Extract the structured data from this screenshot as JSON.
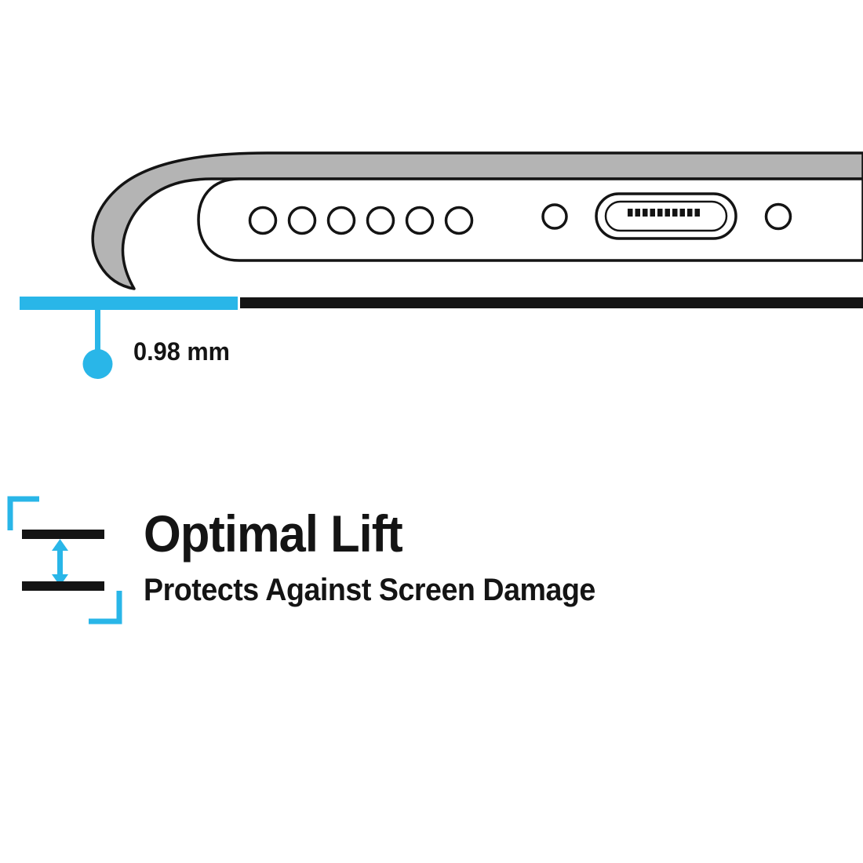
{
  "feature": {
    "title": "Optimal Lift",
    "subtitle": "Protects Against Screen Damage"
  },
  "measurement": {
    "label": "0.98 mm",
    "value_mm": 0.98
  },
  "colors": {
    "accent_cyan": "#29b6e8",
    "case_gray": "#b4b4b4",
    "ink_black": "#141414"
  },
  "icons": {
    "lift_icon": "vertical-double-arrow-between-bars",
    "corner_brackets": "cyan-corner-brackets",
    "illustration": "phone-bottom-edge-in-case",
    "measurement_marker": "cyan-dot-callout"
  }
}
